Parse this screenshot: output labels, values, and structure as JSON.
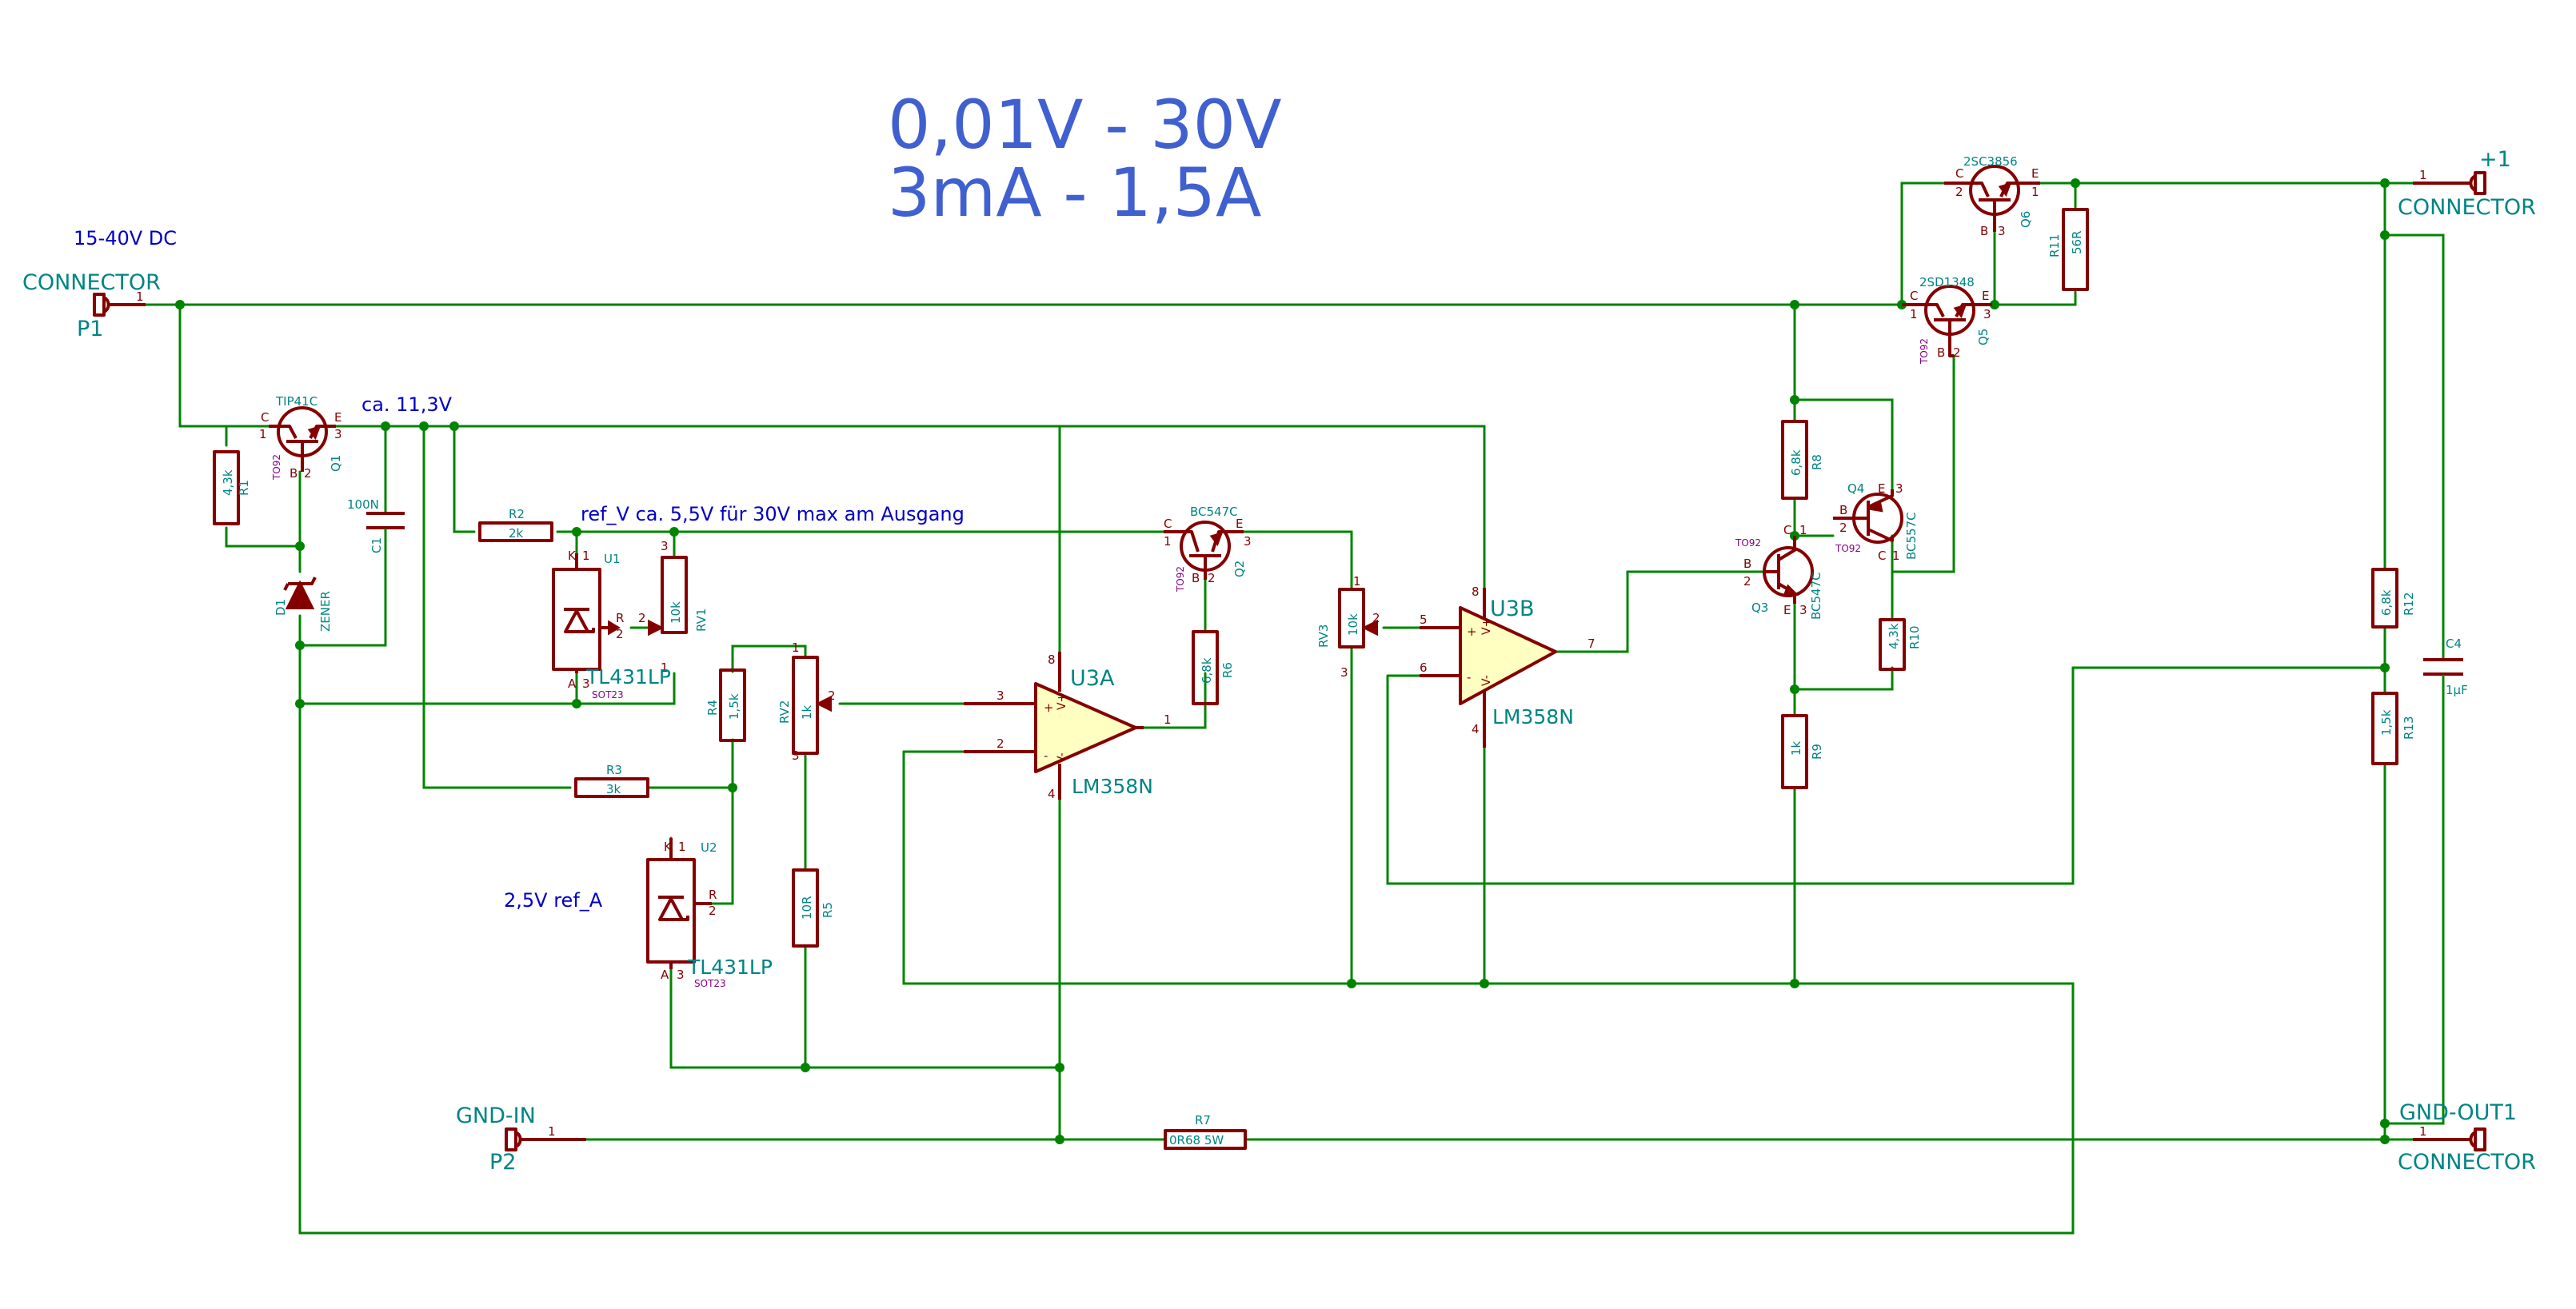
{
  "title": {
    "line1": "0,01V - 30V",
    "line2": "3mA - 1,5A"
  },
  "notes": {
    "input_voltage": "15-40V DC",
    "node_voltage": "ca. 11,3V",
    "ref_v": "ref_V ca. 5,5V für 30V max am Ausgang",
    "ref_a": "2,5V ref_A"
  },
  "connectors": {
    "p1": {
      "ref": "P1",
      "value": "CONNECTOR",
      "pin": "1"
    },
    "p2": {
      "ref": "P2",
      "value": "GND-IN",
      "pin": "1"
    },
    "out_pos": {
      "ref": "+1",
      "value": "CONNECTOR",
      "pin": "1"
    },
    "out_gnd": {
      "ref": "GND-OUT1",
      "value": "CONNECTOR",
      "pin": "1"
    }
  },
  "resistors": {
    "r1": {
      "ref": "R1",
      "value": "4,3k"
    },
    "r2": {
      "ref": "R2",
      "value": "2k"
    },
    "r3": {
      "ref": "R3",
      "value": "3k"
    },
    "r4": {
      "ref": "R4",
      "value": "1,5k"
    },
    "r5": {
      "ref": "R5",
      "value": "10R"
    },
    "r6": {
      "ref": "R6",
      "value": "6,8k"
    },
    "r7": {
      "ref": "R7",
      "value": "0R68 5W"
    },
    "r8": {
      "ref": "R8",
      "value": "6,8k"
    },
    "r9": {
      "ref": "R9",
      "value": "1k"
    },
    "r10": {
      "ref": "R10",
      "value": "4,3k"
    },
    "r11": {
      "ref": "R11",
      "value": "56R"
    },
    "r12": {
      "ref": "R12",
      "value": "6,8k"
    },
    "r13": {
      "ref": "R13",
      "value": "1,5k"
    }
  },
  "pots": {
    "rv1": {
      "ref": "RV1",
      "value": "10k"
    },
    "rv2": {
      "ref": "RV2",
      "value": "1k"
    },
    "rv3": {
      "ref": "RV3",
      "value": "10k"
    }
  },
  "capacitors": {
    "c1": {
      "ref": "C1",
      "value": "100N"
    },
    "c4": {
      "ref": "C4",
      "value": "1µF"
    }
  },
  "diodes": {
    "d1": {
      "ref": "D1",
      "value": "ZENER"
    }
  },
  "transistors": {
    "q1": {
      "ref": "Q1",
      "value": "TIP41C",
      "pkg": "TO92"
    },
    "q2": {
      "ref": "Q2",
      "value": "BC547C",
      "pkg": "TO92"
    },
    "q3": {
      "ref": "Q3",
      "value": "BC547C",
      "pkg": "TO92"
    },
    "q4": {
      "ref": "Q4",
      "value": "BC557C",
      "pkg": "TO92"
    },
    "q5": {
      "ref": "Q5",
      "value": "2SD1348",
      "pkg": "TO92"
    },
    "q6": {
      "ref": "Q6",
      "value": "2SC3856",
      "pkg": ""
    }
  },
  "ics": {
    "u1": {
      "ref": "U1",
      "value": "TL431LP",
      "pkg": "SOT23"
    },
    "u2": {
      "ref": "U2",
      "value": "TL431LP",
      "pkg": "SOT23"
    },
    "u3a": {
      "ref": "U3A",
      "value": "LM358N"
    },
    "u3b": {
      "ref": "U3B",
      "value": "LM358N"
    }
  },
  "pin_labels": {
    "b": "B",
    "c": "C",
    "e": "E",
    "k": "K",
    "a": "A",
    "r": "R",
    "plus": "+",
    "minus": "-",
    "vp": "V+",
    "vm": "V-"
  },
  "colors": {
    "wire": "#008400",
    "symbol": "#840000",
    "reference": "#008484",
    "title": "#4060d0",
    "note": "#0000c8",
    "opamp_fill": "#ffffc2"
  }
}
